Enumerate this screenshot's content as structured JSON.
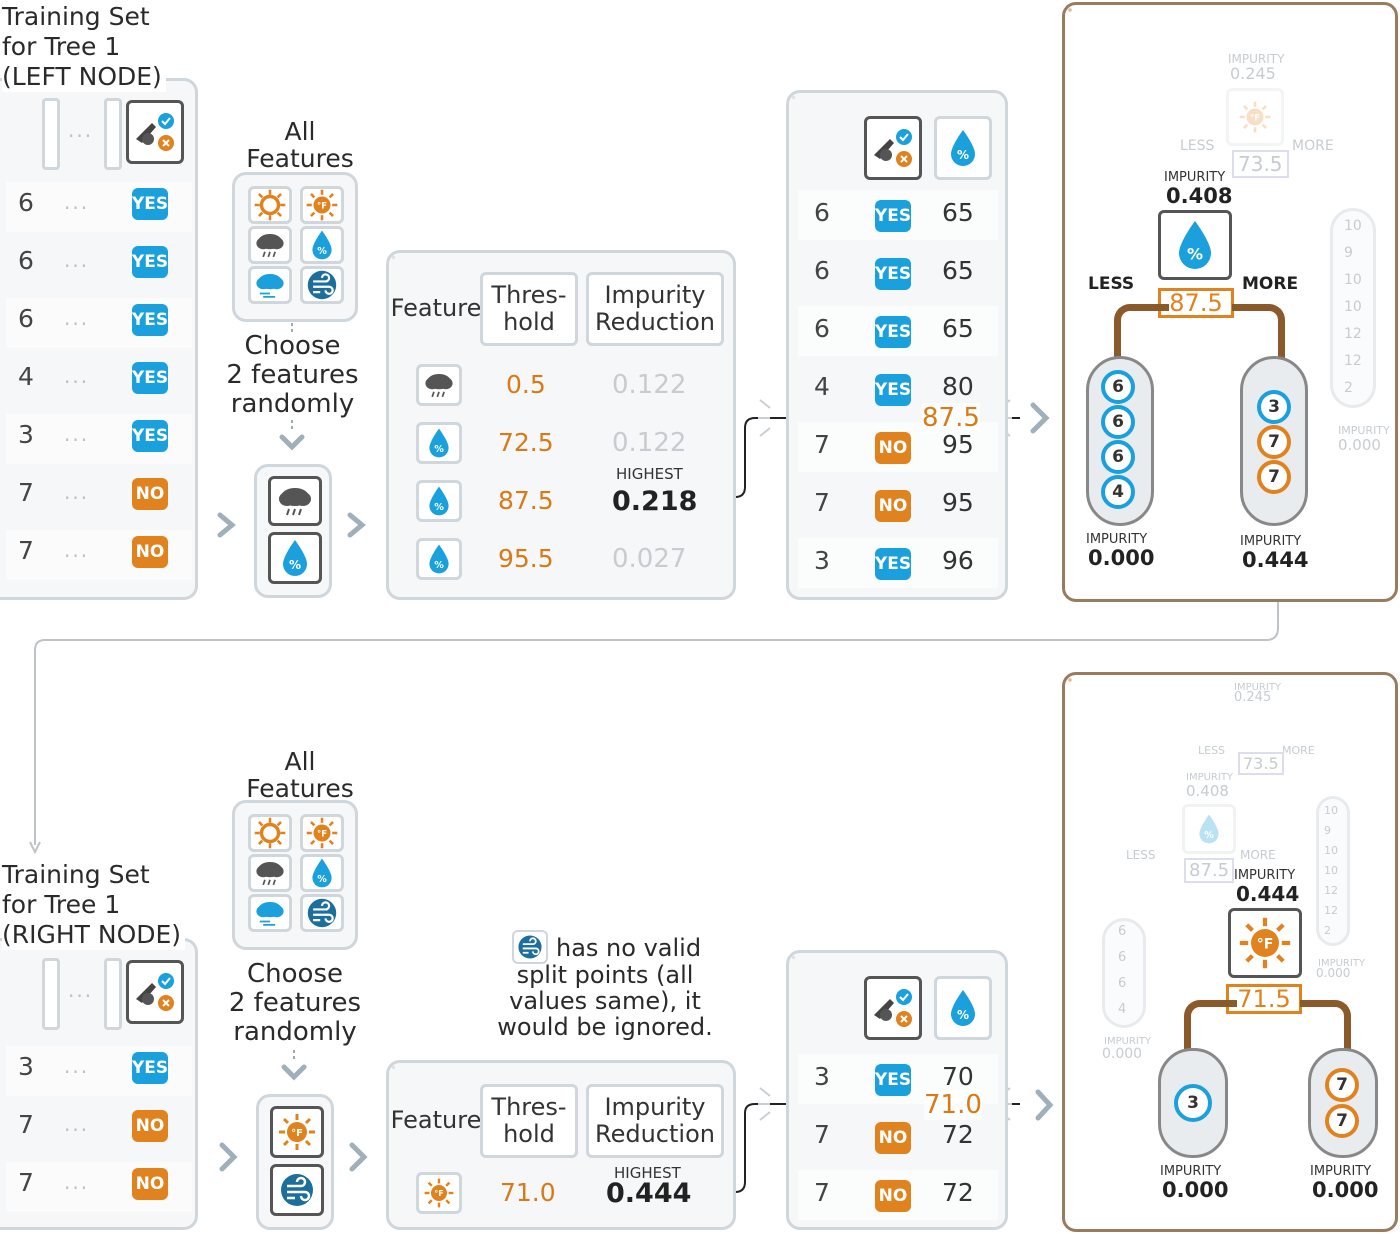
{
  "top": {
    "training": {
      "title": [
        "Training Set",
        "for Tree 1",
        "(LEFT NODE)"
      ],
      "rows": [
        {
          "v": "6",
          "label": "YES"
        },
        {
          "v": "6",
          "label": "YES"
        },
        {
          "v": "6",
          "label": "YES"
        },
        {
          "v": "4",
          "label": "YES"
        },
        {
          "v": "3",
          "label": "YES"
        },
        {
          "v": "7",
          "label": "NO"
        },
        {
          "v": "7",
          "label": "NO"
        }
      ],
      "ellipsis": "..."
    },
    "all_features": {
      "title": [
        "All",
        "Features"
      ]
    },
    "choose": [
      "Choose",
      "2 features",
      "randomly"
    ],
    "table": {
      "headers": {
        "feature": "Feature",
        "threshold": "Thres-\nhold",
        "impurity": "Impurity\nReduction"
      },
      "highest_label": "HIGHEST",
      "rows": [
        {
          "icon": "cloud-rain-icon",
          "threshold": "0.5",
          "impurity": "0.122"
        },
        {
          "icon": "humidity-icon",
          "threshold": "72.5",
          "impurity": "0.122"
        },
        {
          "icon": "humidity-icon",
          "threshold": "87.5",
          "impurity": "0.218"
        },
        {
          "icon": "humidity-icon",
          "threshold": "95.5",
          "impurity": "0.027"
        }
      ]
    },
    "split_table": {
      "rows": [
        {
          "v": "6",
          "label": "YES",
          "h": "65"
        },
        {
          "v": "6",
          "label": "YES",
          "h": "65"
        },
        {
          "v": "6",
          "label": "YES",
          "h": "65"
        },
        {
          "v": "4",
          "label": "YES",
          "h": "80"
        },
        {
          "v": "7",
          "label": "NO",
          "h": "95"
        },
        {
          "v": "7",
          "label": "NO",
          "h": "95"
        },
        {
          "v": "3",
          "label": "YES",
          "h": "96"
        }
      ],
      "cut": "87.5"
    },
    "tree": {
      "ghost_impurity_label": "IMPURITY",
      "ghost_impurity": "0.245",
      "ghost_less": "LESS",
      "ghost_more": "MORE",
      "ghost_threshold": "73.5",
      "ghost_values": [
        "10",
        "9",
        "10",
        "10",
        "12",
        "12",
        "2"
      ],
      "ghost_right_impurity": "0.000",
      "impurity_label": "IMPURITY",
      "impurity": "0.408",
      "less": "LESS",
      "more": "MORE",
      "threshold": "87.5",
      "left_values": [
        "6",
        "6",
        "6",
        "4"
      ],
      "left_impurity": "0.000",
      "right_values": [
        "3",
        "7",
        "7"
      ],
      "right_impurity": "0.444"
    }
  },
  "bottom": {
    "training": {
      "title": [
        "Training Set",
        "for Tree 1",
        "(RIGHT NODE)"
      ],
      "rows": [
        {
          "v": "3",
          "label": "YES"
        },
        {
          "v": "7",
          "label": "NO"
        },
        {
          "v": "7",
          "label": "NO"
        }
      ],
      "ellipsis": "..."
    },
    "all_features": {
      "title": [
        "All",
        "Features"
      ]
    },
    "choose": [
      "Choose",
      "2 features",
      "randomly"
    ],
    "note": [
      "has no valid",
      "split points (all",
      "values same), it",
      "would be ignored."
    ],
    "table": {
      "headers": {
        "feature": "Feature",
        "threshold": "Thres-\nhold",
        "impurity": "Impurity\nReduction"
      },
      "highest_label": "HIGHEST",
      "rows": [
        {
          "icon": "temperature-icon",
          "threshold": "71.0",
          "impurity": "0.444"
        }
      ]
    },
    "split_table": {
      "rows": [
        {
          "v": "3",
          "label": "YES",
          "h": "70"
        },
        {
          "v": "7",
          "label": "NO",
          "h": "72"
        },
        {
          "v": "7",
          "label": "NO",
          "h": "72"
        }
      ],
      "cut": "71.0"
    },
    "tree": {
      "g_impurity_label": "IMPURITY",
      "g_impurity": "0.245",
      "g_threshold": "73.5",
      "g_less": "LESS",
      "g_more": "MORE",
      "g2_impurity_label": "IMPURITY",
      "g2_impurity": "0.408",
      "g2_threshold": "87.5",
      "g_left_values": [
        "6",
        "6",
        "6",
        "4"
      ],
      "g_left_impurity": "0.000",
      "g_right_values": [
        "10",
        "9",
        "10",
        "10",
        "12",
        "12",
        "2"
      ],
      "g_right_impurity": "0.000",
      "impurity_label": "IMPURITY",
      "impurity": "0.444",
      "threshold": "71.5",
      "left_values": [
        "3"
      ],
      "left_impurity": "0.000",
      "right_values": [
        "7",
        "7"
      ],
      "right_impurity": "0.000"
    }
  },
  "colors": {
    "yes": "#1aa0dc",
    "no": "#e0821e",
    "brown": "#8b5a2b",
    "panel_border": "#cfd6dc"
  }
}
